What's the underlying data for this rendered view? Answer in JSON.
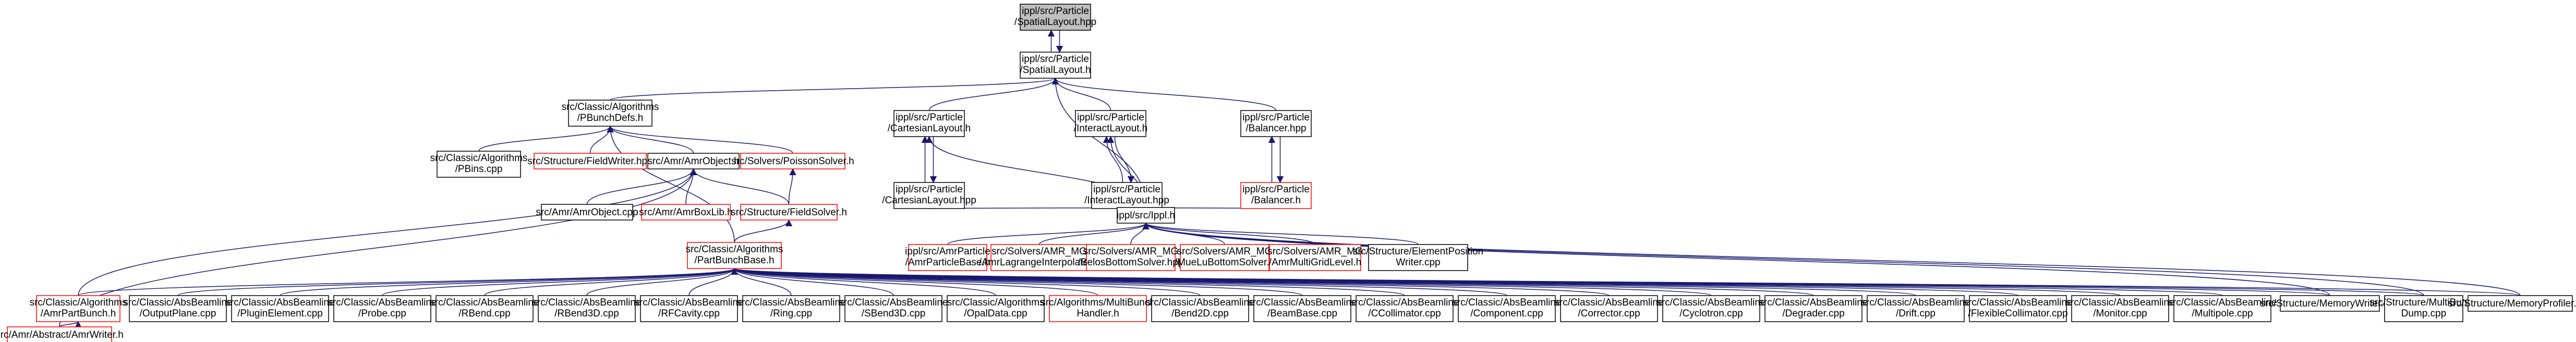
{
  "colors": {
    "edge": "#191970",
    "node_border_default": "#000000",
    "node_border_undocumented": "#ff0000",
    "node_fill_default": "#ffffff",
    "node_fill_current": "#bfbfbf"
  },
  "nodes": [
    {
      "id": "spatial_hpp",
      "lines": [
        "ippl/src/Particle",
        "/SpatialLayout.hpp"
      ],
      "style": "current"
    },
    {
      "id": "spatial_h",
      "lines": [
        "ippl/src/Particle",
        "/SpatialLayout.h"
      ],
      "style": "normal"
    },
    {
      "id": "pbunch_defs",
      "lines": [
        "src/Classic/Algorithms",
        "/PBunchDefs.h"
      ],
      "style": "normal"
    },
    {
      "id": "cartesian_h",
      "lines": [
        "ippl/src/Particle",
        "/CartesianLayout.h"
      ],
      "style": "normal"
    },
    {
      "id": "interact_h",
      "lines": [
        "ippl/src/Particle",
        "/InteractLayout.h"
      ],
      "style": "normal"
    },
    {
      "id": "balancer_hpp",
      "lines": [
        "ippl/src/Particle",
        "/Balancer.hpp"
      ],
      "style": "normal"
    },
    {
      "id": "pbins_cpp",
      "lines": [
        "src/Classic/Algorithms",
        "/PBins.cpp"
      ],
      "style": "normal"
    },
    {
      "id": "fieldwriter",
      "lines": [
        "src/Structure/FieldWriter.hpp"
      ],
      "style": "red"
    },
    {
      "id": "amrobject_h",
      "lines": [
        "src/Amr/AmrObject.h"
      ],
      "style": "normal"
    },
    {
      "id": "poisson_h",
      "lines": [
        "src/Solvers/PoissonSolver.h"
      ],
      "style": "red"
    },
    {
      "id": "cartesian_hpp",
      "lines": [
        "ippl/src/Particle",
        "/CartesianLayout.hpp"
      ],
      "style": "normal"
    },
    {
      "id": "interact_hpp",
      "lines": [
        "ippl/src/Particle",
        "/InteractLayout.hpp"
      ],
      "style": "normal"
    },
    {
      "id": "balancer_h",
      "lines": [
        "ippl/src/Particle",
        "/Balancer.h"
      ],
      "style": "red"
    },
    {
      "id": "amrobject_cpp",
      "lines": [
        "src/Amr/AmrObject.cpp"
      ],
      "style": "normal"
    },
    {
      "id": "amrboxlib",
      "lines": [
        "src/Amr/AmrBoxLib.h"
      ],
      "style": "red"
    },
    {
      "id": "fieldsolver",
      "lines": [
        "src/Structure/FieldSolver.h"
      ],
      "style": "red"
    },
    {
      "id": "ippl_h",
      "lines": [
        "ippl/src/Ippl.h"
      ],
      "style": "normal"
    },
    {
      "id": "partbunchbase",
      "lines": [
        "src/Classic/Algorithms",
        "/PartBunchBase.h"
      ],
      "style": "red"
    },
    {
      "id": "amrparticle",
      "lines": [
        "ippl/src/AmrParticle",
        "/AmrParticleBase.h"
      ],
      "style": "red"
    },
    {
      "id": "amrlagrange",
      "lines": [
        "src/Solvers/AMR_MG",
        "/AmrLagrangeInterpolater.h"
      ],
      "style": "red"
    },
    {
      "id": "bottomsolver",
      "lines": [
        "src/Solvers/AMR_MG",
        "/BelosBottomSolver.hpp"
      ],
      "style": "red"
    },
    {
      "id": "mueloubottom",
      "lines": [
        "src/Solvers/AMR_MG",
        "/MueLuBottomSolver.h"
      ],
      "style": "red"
    },
    {
      "id": "amrmultigrid",
      "lines": [
        "src/Solvers/AMR_MG",
        "/AmrMultiGridLevel.h"
      ],
      "style": "red"
    },
    {
      "id": "elemposwriter",
      "lines": [
        "src/Structure/ElementPosition",
        "Writer.cpp"
      ],
      "style": "normal"
    },
    {
      "id": "amrpartbunch",
      "lines": [
        "src/Classic/Algorithms",
        "/AmrPartBunch.h"
      ],
      "style": "red"
    },
    {
      "id": "outputplane",
      "lines": [
        "src/Classic/AbsBeamline",
        "/OutputPlane.cpp"
      ],
      "style": "normal"
    },
    {
      "id": "pluginelement",
      "lines": [
        "src/Classic/AbsBeamline",
        "/PluginElement.cpp"
      ],
      "style": "normal"
    },
    {
      "id": "probe",
      "lines": [
        "src/Classic/AbsBeamline",
        "/Probe.cpp"
      ],
      "style": "normal"
    },
    {
      "id": "rbend",
      "lines": [
        "src/Classic/AbsBeamline",
        "/RBend.cpp"
      ],
      "style": "normal"
    },
    {
      "id": "rbend3d",
      "lines": [
        "src/Classic/AbsBeamline",
        "/RBend3D.cpp"
      ],
      "style": "normal"
    },
    {
      "id": "rfcavity",
      "lines": [
        "src/Classic/AbsBeamline",
        "/RFCavity.cpp"
      ],
      "style": "normal"
    },
    {
      "id": "ring",
      "lines": [
        "src/Classic/AbsBeamline",
        "/Ring.cpp"
      ],
      "style": "normal"
    },
    {
      "id": "sbend3d",
      "lines": [
        "src/Classic/AbsBeamline",
        "/SBend3D.cpp"
      ],
      "style": "normal"
    },
    {
      "id": "opaldata",
      "lines": [
        "src/Classic/Algorithms",
        "/OpalData.cpp"
      ],
      "style": "normal"
    },
    {
      "id": "multibunch",
      "lines": [
        "src/Algorithms/MultiBunch",
        "Handler.h"
      ],
      "style": "red"
    },
    {
      "id": "bend2d",
      "lines": [
        "src/Classic/AbsBeamline",
        "/Bend2D.cpp"
      ],
      "style": "normal"
    },
    {
      "id": "beambase",
      "lines": [
        "src/Classic/AbsBeamline",
        "/BeamBase.cpp"
      ],
      "style": "normal"
    },
    {
      "id": "ccollimator",
      "lines": [
        "src/Classic/AbsBeamline",
        "/CCollimator.cpp"
      ],
      "style": "normal"
    },
    {
      "id": "component",
      "lines": [
        "src/Classic/AbsBeamline",
        "/Component.cpp"
      ],
      "style": "normal"
    },
    {
      "id": "corrector",
      "lines": [
        "src/Classic/AbsBeamline",
        "/Corrector.cpp"
      ],
      "style": "normal"
    },
    {
      "id": "cyclotron",
      "lines": [
        "src/Classic/AbsBeamline",
        "/Cyclotron.cpp"
      ],
      "style": "normal"
    },
    {
      "id": "degrader",
      "lines": [
        "src/Classic/AbsBeamline",
        "/Degrader.cpp"
      ],
      "style": "normal"
    },
    {
      "id": "drift",
      "lines": [
        "src/Classic/AbsBeamline",
        "/Drift.cpp"
      ],
      "style": "normal"
    },
    {
      "id": "flexcollimator",
      "lines": [
        "src/Classic/AbsBeamline",
        "/FlexibleCollimator.cpp"
      ],
      "style": "normal"
    },
    {
      "id": "monitor",
      "lines": [
        "src/Classic/AbsBeamline",
        "/Monitor.cpp"
      ],
      "style": "normal"
    },
    {
      "id": "multipole",
      "lines": [
        "src/Classic/AbsBeamline",
        "/Multipole.cpp"
      ],
      "style": "normal"
    },
    {
      "id": "memwriter",
      "lines": [
        "src/Structure/MemoryWriter.cpp"
      ],
      "style": "normal"
    },
    {
      "id": "multibunchdump",
      "lines": [
        "src/Structure/MultiBunch",
        "Dump.cpp"
      ],
      "style": "normal"
    },
    {
      "id": "memprofiler",
      "lines": [
        "src/Structure/MemoryProfiler.cpp"
      ],
      "style": "normal"
    },
    {
      "id": "amrwriter",
      "lines": [
        "src/Amr/Abstract/AmrWriter.h"
      ],
      "style": "red"
    }
  ],
  "edges": [
    [
      "spatial_h",
      "spatial_hpp"
    ],
    [
      "spatial_hpp",
      "spatial_h"
    ],
    [
      "pbunch_defs",
      "spatial_h"
    ],
    [
      "cartesian_h",
      "spatial_h"
    ],
    [
      "interact_h",
      "spatial_h"
    ],
    [
      "balancer_hpp",
      "spatial_h"
    ],
    [
      "ippl_h",
      "spatial_h"
    ],
    [
      "pbins_cpp",
      "pbunch_defs"
    ],
    [
      "fieldwriter",
      "pbunch_defs"
    ],
    [
      "amrobject_h",
      "pbunch_defs"
    ],
    [
      "poisson_h",
      "pbunch_defs"
    ],
    [
      "partbunchbase",
      "pbunch_defs"
    ],
    [
      "cartesian_hpp",
      "cartesian_h"
    ],
    [
      "cartesian_h",
      "cartesian_hpp"
    ],
    [
      "ippl_h",
      "cartesian_h"
    ],
    [
      "interact_hpp",
      "interact_h"
    ],
    [
      "interact_h",
      "interact_hpp"
    ],
    [
      "ippl_h",
      "interact_h"
    ],
    [
      "balancer_h",
      "balancer_hpp"
    ],
    [
      "balancer_hpp",
      "balancer_h"
    ],
    [
      "ippl_h",
      "cartesian_hpp"
    ],
    [
      "ippl_h",
      "interact_hpp"
    ],
    [
      "ippl_h",
      "balancer_h"
    ],
    [
      "amrobject_cpp",
      "amrobject_h"
    ],
    [
      "amrboxlib",
      "amrobject_h"
    ],
    [
      "fieldsolver",
      "amrobject_h"
    ],
    [
      "amrpartbunch",
      "amrobject_h"
    ],
    [
      "amrwriter",
      "amrobject_h"
    ],
    [
      "fieldsolver",
      "poisson_h"
    ],
    [
      "partbunchbase",
      "fieldsolver"
    ],
    [
      "amrparticle",
      "ippl_h"
    ],
    [
      "amrlagrange",
      "ippl_h"
    ],
    [
      "bottomsolver",
      "ippl_h"
    ],
    [
      "mueloubottom",
      "ippl_h"
    ],
    [
      "amrmultigrid",
      "ippl_h"
    ],
    [
      "elemposwriter",
      "ippl_h"
    ],
    [
      "memwriter",
      "ippl_h"
    ],
    [
      "multibunchdump",
      "ippl_h"
    ],
    [
      "memprofiler",
      "ippl_h"
    ],
    [
      "amrpartbunch",
      "partbunchbase"
    ],
    [
      "outputplane",
      "partbunchbase"
    ],
    [
      "pluginelement",
      "partbunchbase"
    ],
    [
      "probe",
      "partbunchbase"
    ],
    [
      "rbend",
      "partbunchbase"
    ],
    [
      "rbend3d",
      "partbunchbase"
    ],
    [
      "rfcavity",
      "partbunchbase"
    ],
    [
      "ring",
      "partbunchbase"
    ],
    [
      "sbend3d",
      "partbunchbase"
    ],
    [
      "opaldata",
      "partbunchbase"
    ],
    [
      "multibunch",
      "partbunchbase"
    ],
    [
      "bend2d",
      "partbunchbase"
    ],
    [
      "beambase",
      "partbunchbase"
    ],
    [
      "ccollimator",
      "partbunchbase"
    ],
    [
      "component",
      "partbunchbase"
    ],
    [
      "corrector",
      "partbunchbase"
    ],
    [
      "cyclotron",
      "partbunchbase"
    ],
    [
      "degrader",
      "partbunchbase"
    ],
    [
      "drift",
      "partbunchbase"
    ],
    [
      "flexcollimator",
      "partbunchbase"
    ],
    [
      "monitor",
      "partbunchbase"
    ],
    [
      "multipole",
      "partbunchbase"
    ],
    [
      "memwriter",
      "partbunchbase"
    ],
    [
      "multibunchdump",
      "partbunchbase"
    ],
    [
      "memprofiler",
      "partbunchbase"
    ],
    [
      "amrwriter",
      "amrpartbunch"
    ]
  ]
}
